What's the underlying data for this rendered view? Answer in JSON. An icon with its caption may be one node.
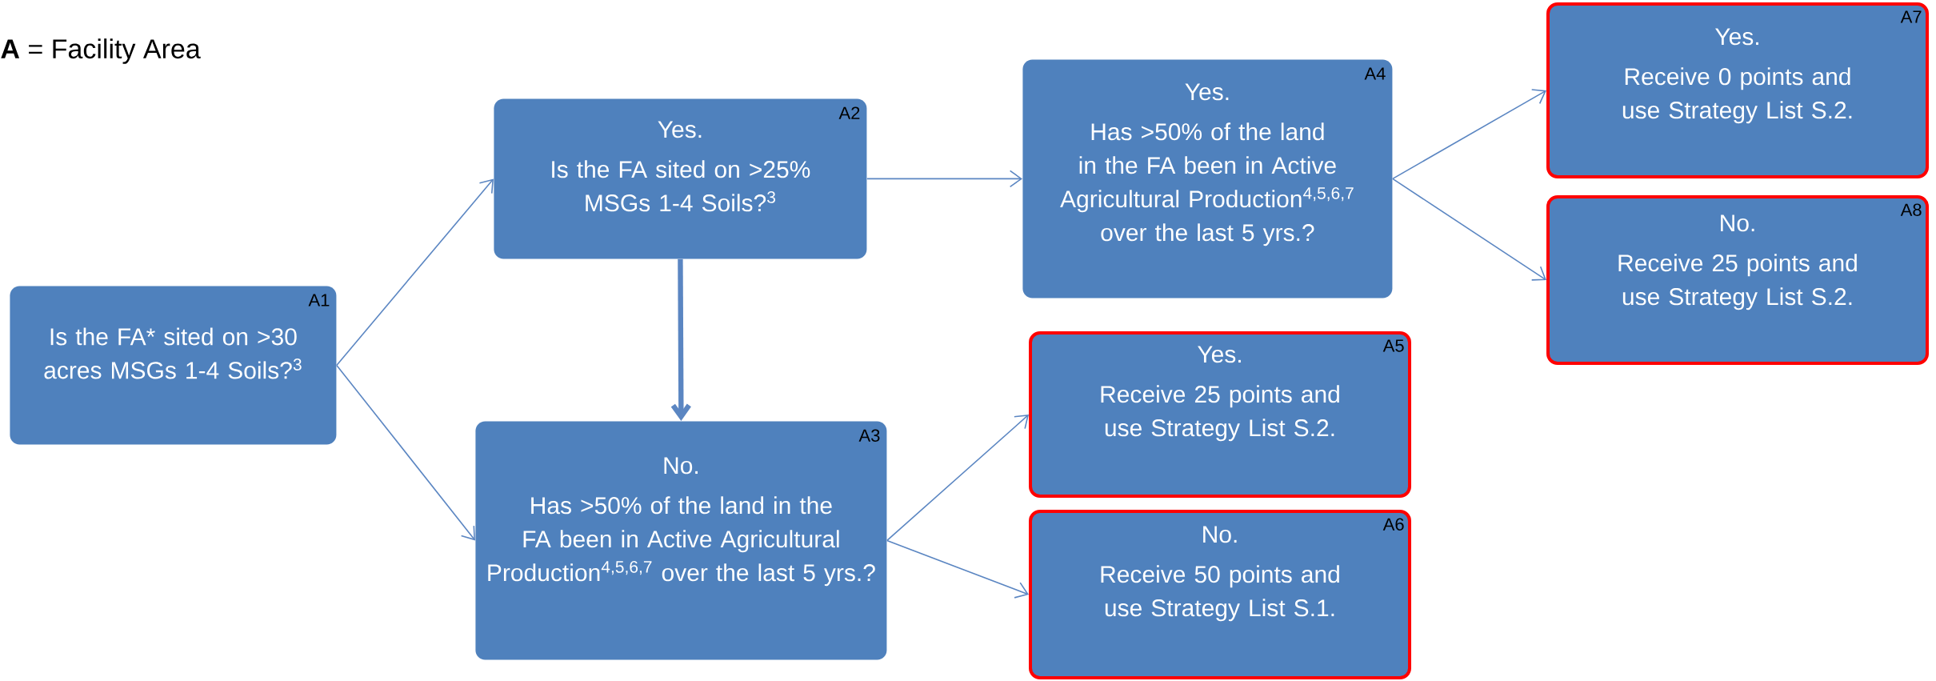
{
  "diagram": {
    "title": "**A** = Facility Area",
    "nodes": [
      {
        "text": [
          "A1",
          "Is the FA* sited on >30 acres MSGs 1-4 Soils?$^{3}$"
        ]
      },
      {
        "text": [
          "A2",
          "Yes.",
          "Is the FA sited on >25% MSGs 1-4 Soils?$^{3}$"
        ]
      },
      {
        "text": [
          "A3",
          "No.",
          "Has >50% of the land in the FA been in Active Agricultural Production$^{4,5,6,7}$ over the last 5 yrs.?"
        ]
      },
      {
        "text": [
          "A4",
          "Yes.",
          "Has >50% of the land in the FA been in Active Agricultural Production$^{4,5,6,7}$ over the last 5 yrs.?"
        ]
      },
      {
        "text": [
          "A5",
          "Yes.",
          "Receive 25 points and use Strategy List S.2."
        ]
      },
      {
        "text": [
          "A6",
          "No.",
          "Receive 50 points and use Strategy List S.1."
        ]
      },
      {
        "text": [
          "A7",
          "Yes.",
          "Receive 0 points and use Strategy List S.2."
        ]
      },
      {
        "text": [
          "A8",
          "No.",
          "Receive 25 points and use Strategy List S.2."
        ]
      }
    ],
    "edges": [
      {
        "from": 0,
        "to": 1,
        "arrow": "to"
      },
      {
        "from": 0,
        "to": 2,
        "arrow": "to"
      },
      {
        "from": 1,
        "to": 3,
        "arrow": "to"
      },
      {
        "from": 1,
        "to": 2,
        "arrow": "to",
        "style": "thick"
      },
      {
        "from": 3,
        "to": 6,
        "arrow": "to"
      },
      {
        "from": 3,
        "to": 7,
        "arrow": "to"
      },
      {
        "from": 2,
        "to": 4,
        "arrow": "to"
      },
      {
        "from": 2,
        "to": 5,
        "arrow": "to"
      }
    ]
  }
}
